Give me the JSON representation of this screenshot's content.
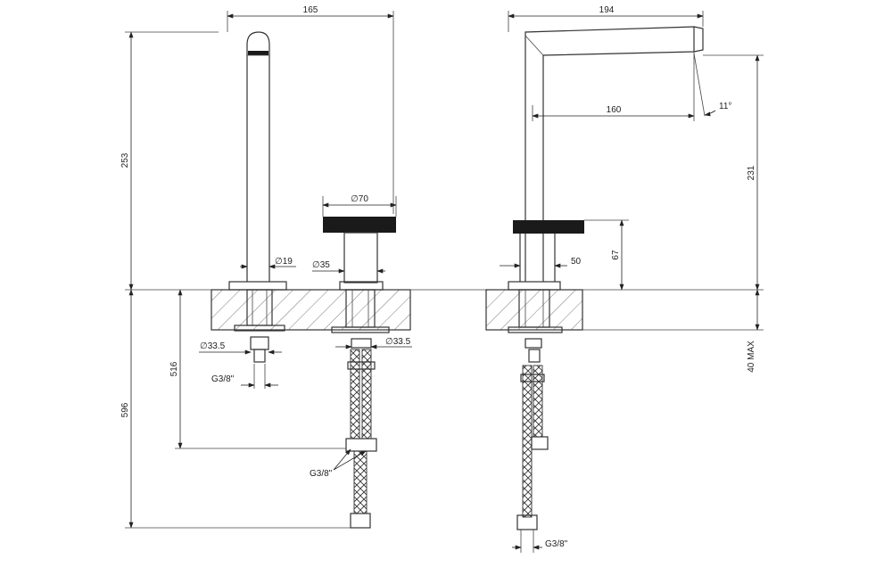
{
  "front_view": {
    "dim_width": "165",
    "dim_spout_height": "253",
    "dim_handle_dia": "70",
    "dim_spout_dia": "19",
    "dim_body_dia": "35",
    "dim_nut_left": "33.5",
    "dim_nut_right": "33.5",
    "dim_thread_left": "G3/8\"",
    "dim_hose_upper": "516",
    "dim_total_depth": "596",
    "dim_thread_hose": "G3/8\""
  },
  "side_view": {
    "dim_reach_total": "194",
    "dim_reach": "160",
    "dim_angle": "11°",
    "dim_height": "231",
    "dim_handle_height": "67",
    "dim_body_width": "50",
    "dim_deck_max": "40 MAX",
    "dim_thread_bottom": "G3/8\""
  },
  "symbols": {
    "diameter": "∅"
  }
}
